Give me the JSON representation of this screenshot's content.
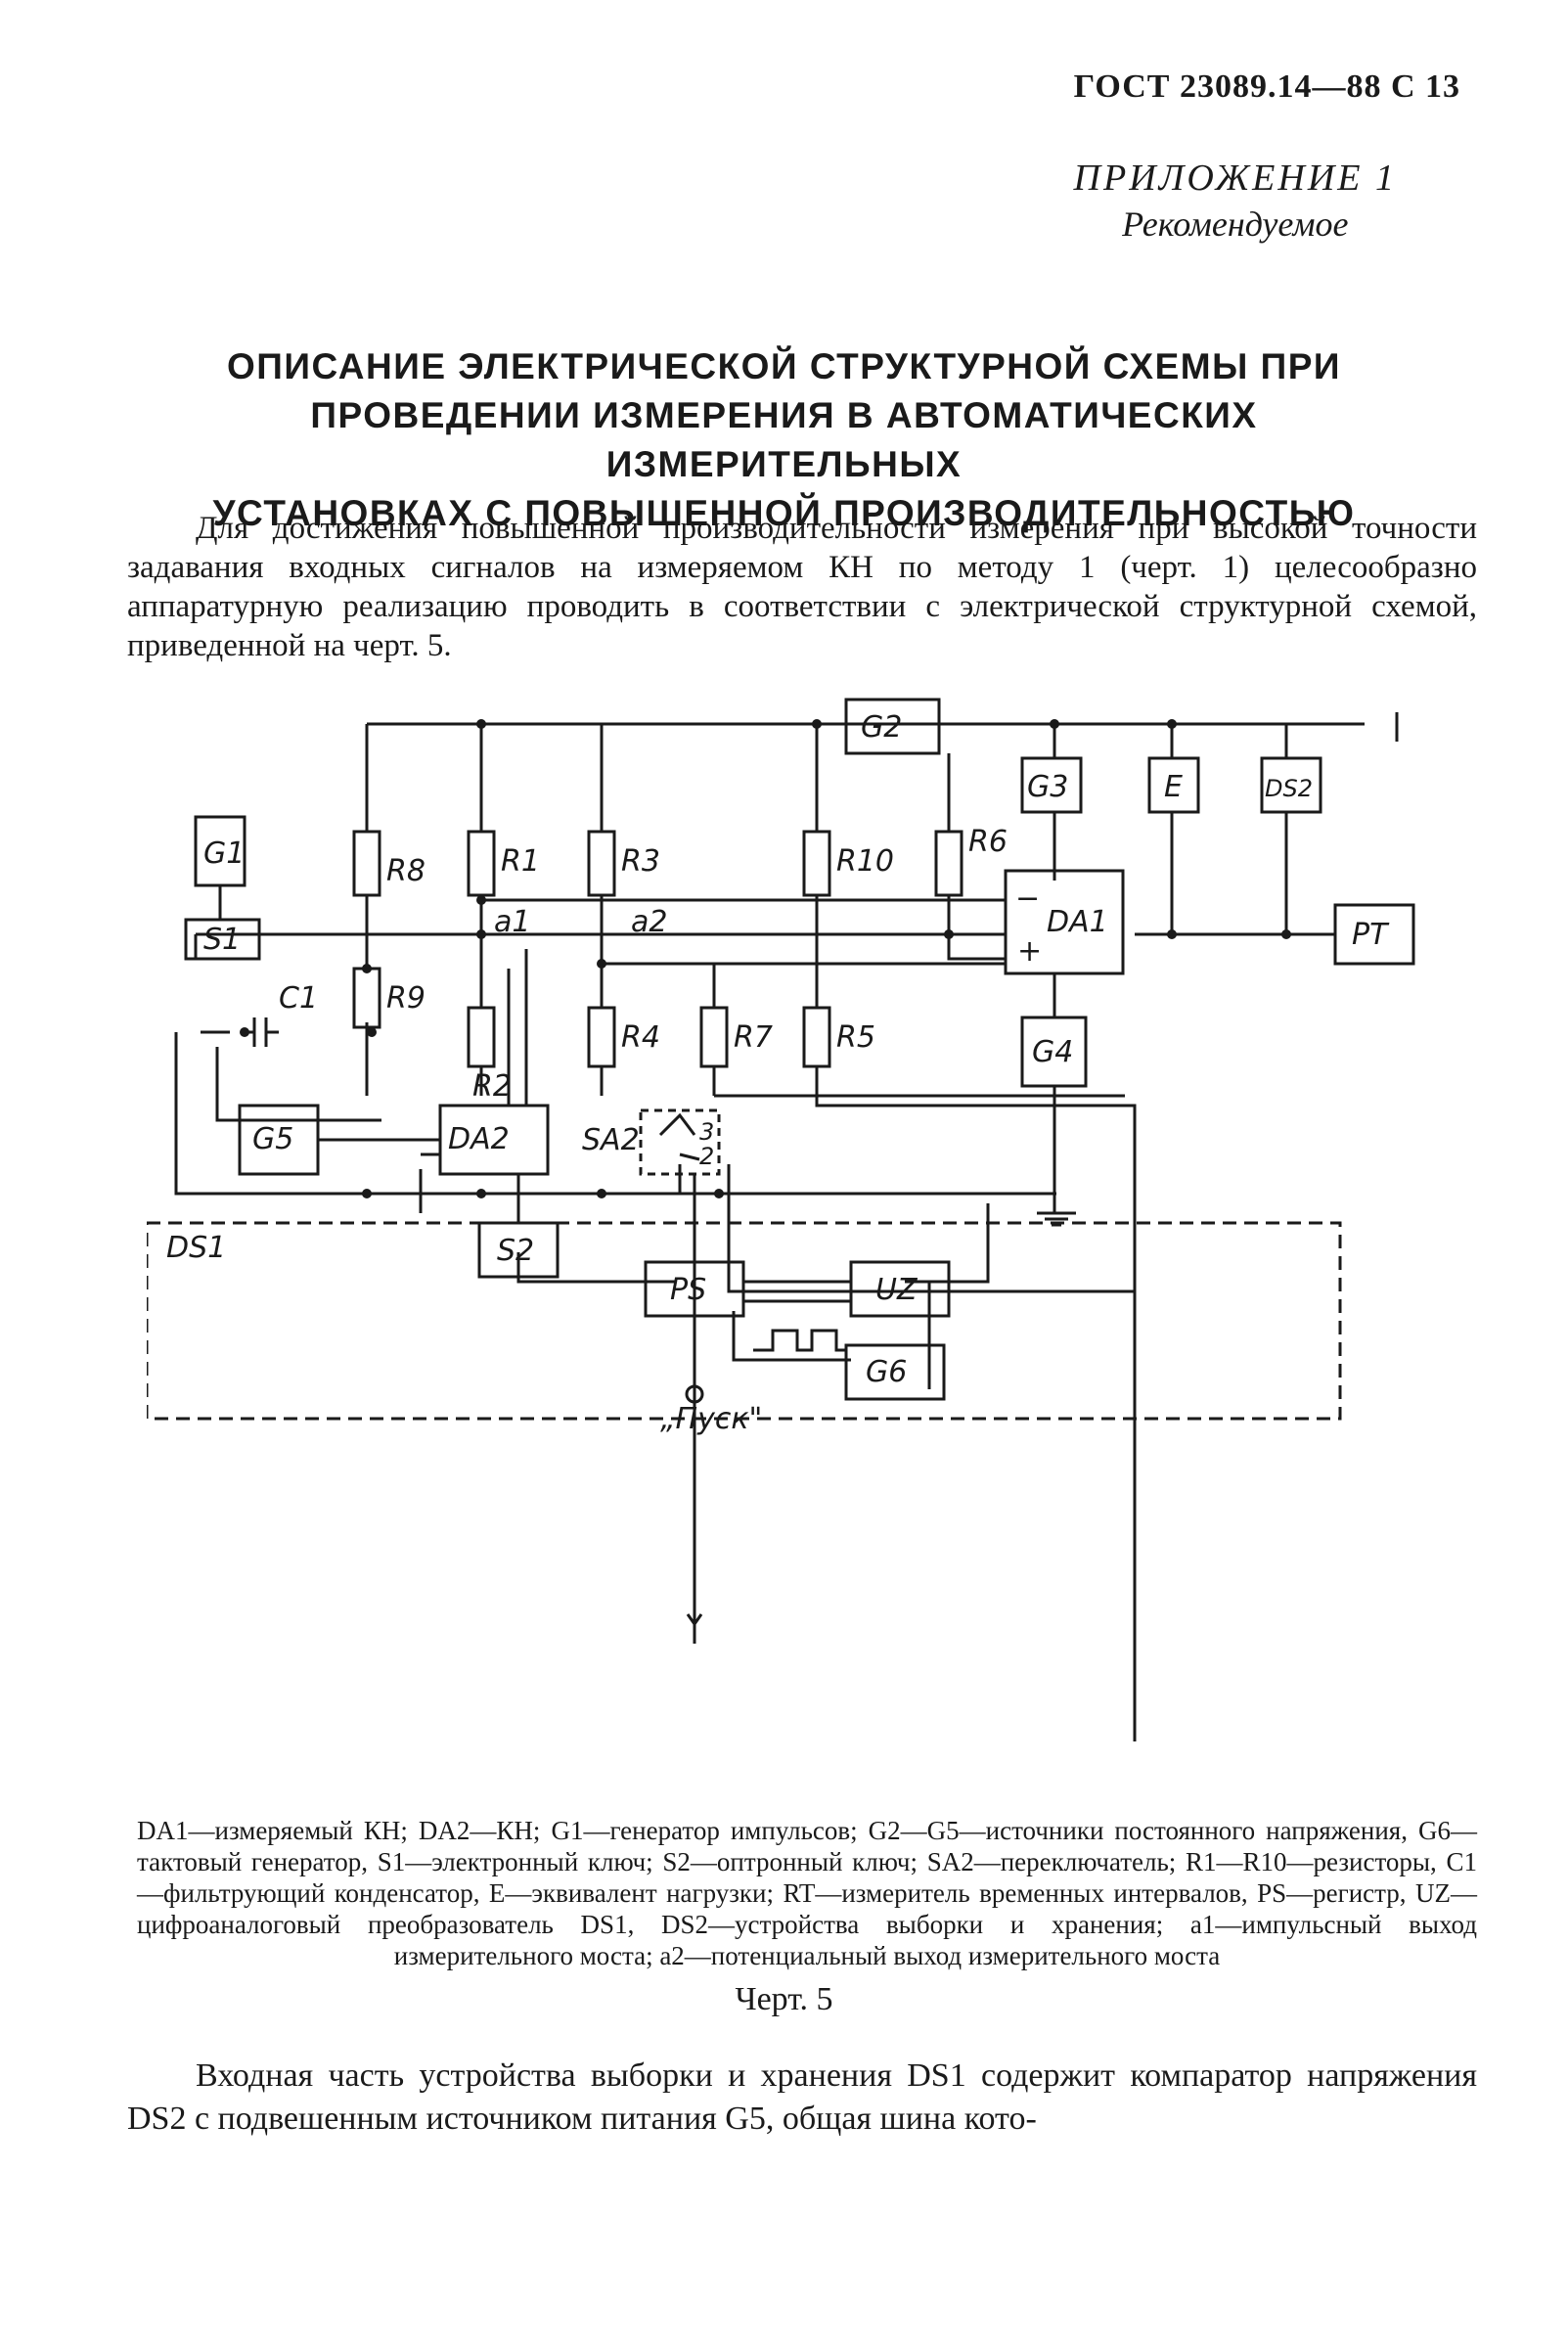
{
  "header": {
    "page_ref": "ГОСТ 23089.14—88 С 13"
  },
  "appendix": {
    "label": "ПРИЛОЖЕНИЕ 1",
    "status": "Рекомендуемое"
  },
  "title": {
    "line1": "ОПИСАНИЕ ЭЛЕКТРИЧЕСКОЙ СТРУКТУРНОЙ СХЕМЫ ПРИ",
    "line2": "ПРОВЕДЕНИИ ИЗМЕРЕНИЯ В АВТОМАТИЧЕСКИХ ИЗМЕРИТЕЛЬНЫХ",
    "line3": "УСТАНОВКАХ С ПОВЫШЕННОЙ ПРОИЗВОДИТЕЛЬНОСТЬЮ"
  },
  "intro": "Для достижения повышенной производительности измерения при высокой точности задавания входных сигналов на измеряемом КН по методу 1 (черт. 1) целесообразно аппаратурную реализацию проводить в соответствии с электрической структурной схемой, приведенной на черт. 5.",
  "diagram": {
    "blocks": {
      "G1": "G1",
      "S1": "S1",
      "G2": "G2",
      "G3": "G3",
      "E": "E",
      "DS2": "DS2",
      "DA1": "DA1",
      "PT": "PT",
      "G4": "G4",
      "G5": "G5",
      "DA2": "DA2",
      "S2": "S2",
      "PS": "PS",
      "UZ": "UZ",
      "G6": "G6"
    },
    "resistors": {
      "R8": "R8",
      "R1": "R1",
      "R3": "R3",
      "R10": "R10",
      "R6": "R6",
      "R9": "R9",
      "R2": "R2",
      "R4": "R4",
      "R7": "R7",
      "R5": "R5"
    },
    "labels": {
      "C1": "C1",
      "SA2": "SA2",
      "a1": "a1",
      "a2": "a2",
      "DS1": "DS1",
      "minus": "−",
      "plus": "+",
      "sw3": "3",
      "sw2": "2",
      "start": "„Пуск\""
    }
  },
  "caption": "DA1—измеряемый КН; DA2—КН; G1—генератор импульсов; G2—G5—источники постоянного напряжения, G6—тактовый генератор, S1—электронный ключ; S2—оптронный ключ; SA2—переключатель; R1—R10—резисторы, C1—фильтрующий конденсатор, E—эквивалент нагрузки; RT—измеритель временных интервалов, PS—регистр, UZ—цифроаналоговый преобразователь DS1, DS2—устройства выборки и хранения; a1—импульсный выход измерительного моста; a2—потенциальный выход измерительного моста",
  "figure_label": "Черт. 5",
  "body": "Входная часть устройства выборки и хранения DS1 содержит компаратор напряжения DS2 с подвешенным источником питания G5, общая шина кото-"
}
